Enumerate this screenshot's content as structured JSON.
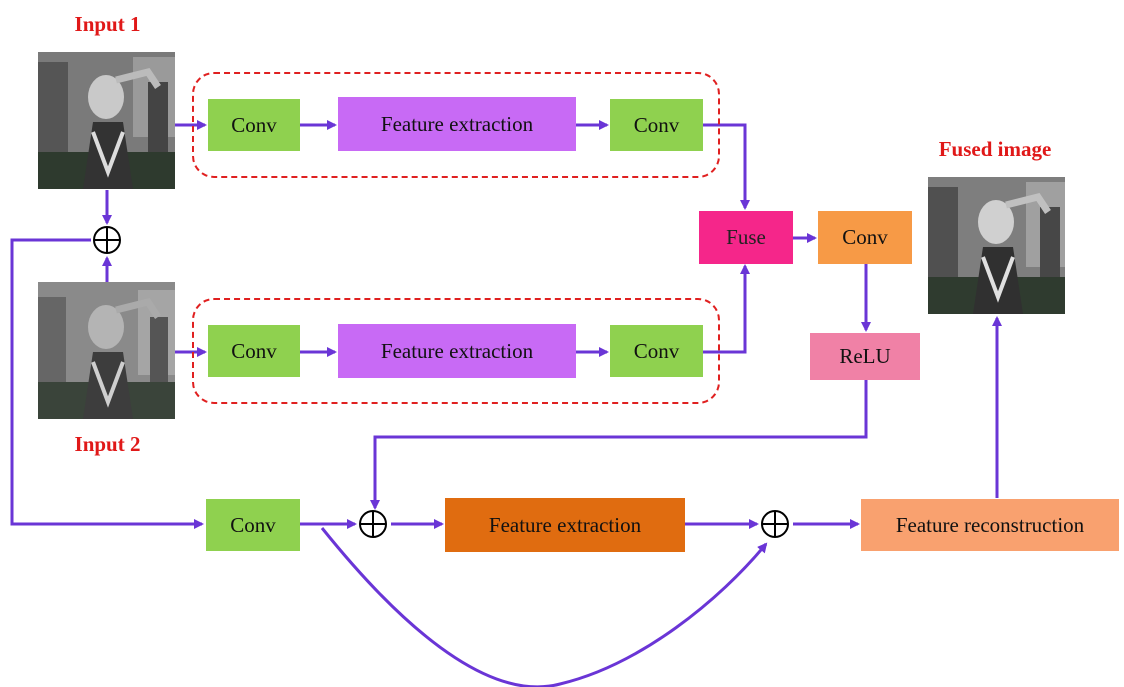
{
  "labels": {
    "input1": "Input 1",
    "input2": "Input 2",
    "fused": "Fused image"
  },
  "blocks": {
    "top_conv_left": "Conv",
    "top_feature_extraction": "Feature extraction",
    "top_conv_right": "Conv",
    "bottom_conv_left": "Conv",
    "bottom_feature_extraction": "Feature extraction",
    "bottom_conv_right": "Conv",
    "fuse": "Fuse",
    "fuse_conv": "Conv",
    "relu": "ReLU",
    "main_conv": "Conv",
    "main_feature_extraction": "Feature extraction",
    "feature_reconstruction": "Feature reconstruction"
  },
  "colors": {
    "arrow": "#6a35d6",
    "conv_green": "#8fd14f",
    "feature_purple": "#c86af5",
    "fuse_pink": "#f5268a",
    "conv_orange": "#f79a46",
    "relu_pink": "#f081a6",
    "feature_orange": "#e06c10",
    "reconstruction_orange": "#f9a16f",
    "title_red": "#e01818"
  }
}
